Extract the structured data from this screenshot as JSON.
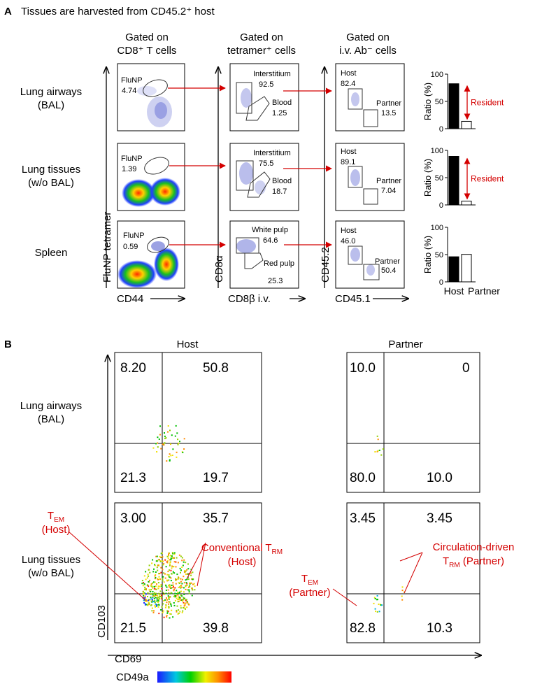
{
  "panel_a": {
    "letter": "A",
    "title": "Tissues are harvested from CD45.2⁺ host",
    "col_headers": [
      [
        "Gated on",
        "CD8⁺ T cells"
      ],
      [
        "Gated on",
        "tetramer⁺ cells"
      ],
      [
        "Gated on",
        "i.v. Ab⁻ cells"
      ]
    ],
    "row_labels": [
      [
        "Lung airways",
        "(BAL)"
      ],
      [
        "Lung tissues",
        "(w/o BAL)"
      ],
      [
        "Spleen"
      ]
    ],
    "axis_labels": {
      "col1_y": "FluNP tetramer",
      "col1_x": "CD44",
      "col2_y": "CD8α",
      "col2_x": "CD8β  i.v.",
      "col3_y": "CD45.2",
      "col3_x": "CD45.1"
    },
    "rows": [
      {
        "flunp": {
          "label": "FluNP",
          "value": "4.74"
        },
        "gate2": [
          {
            "label": "Interstitium",
            "value": "92.5"
          },
          {
            "label": "Blood",
            "value": "1.25"
          }
        ],
        "gate3": [
          {
            "label": "Host",
            "value": "82.4"
          },
          {
            "label": "Partner",
            "value": "13.5"
          }
        ],
        "resident": "Resident"
      },
      {
        "flunp": {
          "label": "FluNP",
          "value": "1.39"
        },
        "gate2": [
          {
            "label": "Interstitium",
            "value": "75.5"
          },
          {
            "label": "Blood",
            "value": "18.7"
          }
        ],
        "gate3": [
          {
            "label": "Host",
            "value": "89.1"
          },
          {
            "label": "Partner",
            "value": "7.04"
          }
        ],
        "resident": "Resident"
      },
      {
        "flunp": {
          "label": "FluNP",
          "value": "0.59"
        },
        "gate2": [
          {
            "label": "White pulp",
            "value": "64.6"
          },
          {
            "label": "Red pulp",
            "value": "25.3"
          }
        ],
        "gate3": [
          {
            "label": "Host",
            "value": "46.0"
          },
          {
            "label": "Partner",
            "value": "50.4"
          }
        ],
        "resident": ""
      }
    ]
  },
  "chart_data": [
    {
      "type": "bar",
      "categories": [
        "Host",
        "Partner"
      ],
      "values": [
        82.4,
        13.5
      ],
      "ylabel": "Ratio (%)",
      "ylim": [
        0,
        100
      ],
      "yticks": [
        "0",
        "50",
        "100"
      ],
      "annotation": "Resident"
    },
    {
      "type": "bar",
      "categories": [
        "Host",
        "Partner"
      ],
      "values": [
        89.1,
        7.04
      ],
      "ylabel": "Ratio (%)",
      "ylim": [
        0,
        100
      ],
      "yticks": [
        "0",
        "50",
        "100"
      ],
      "annotation": "Resident"
    },
    {
      "type": "bar",
      "categories": [
        "Host",
        "Partner"
      ],
      "values": [
        46.0,
        50.4
      ],
      "ylabel": "Ratio (%)",
      "ylim": [
        0,
        100
      ],
      "yticks": [
        "0",
        "50",
        "100"
      ],
      "annotation": ""
    }
  ],
  "bar_colors": {
    "host": "#000000",
    "partner": "#ffffff"
  },
  "panel_b": {
    "letter": "B",
    "col_headers": [
      "Host",
      "Partner"
    ],
    "row_labels": [
      [
        "Lung airways",
        "(BAL)"
      ],
      [
        "Lung tissues",
        "(w/o BAL)"
      ]
    ],
    "y_axis": "CD103",
    "x_axis": "CD69",
    "colorbar_label": "CD49a",
    "quadrants": [
      [
        [
          "8.20",
          "50.8",
          "21.3",
          "19.7"
        ],
        [
          "10.0",
          "0",
          "80.0",
          "10.0"
        ]
      ],
      [
        [
          "3.00",
          "35.7",
          "21.5",
          "39.8"
        ],
        [
          "3.45",
          "3.45",
          "82.8",
          "10.3"
        ]
      ]
    ],
    "annotations": {
      "tem_host": {
        "main": "T",
        "sub": "EM",
        "line2": "(Host)"
      },
      "conv_trm": {
        "main": "Conventional T",
        "sub": "RM",
        "line2": "(Host)"
      },
      "tem_partner": {
        "main": "T",
        "sub": "EM",
        "line2": "(Partner)"
      },
      "circ_trm": {
        "line1": "Circulation-driven",
        "main": "T",
        "sub": "RM",
        "tail": " (Partner)"
      }
    }
  },
  "colors": {
    "accent_red": "#d40000"
  }
}
